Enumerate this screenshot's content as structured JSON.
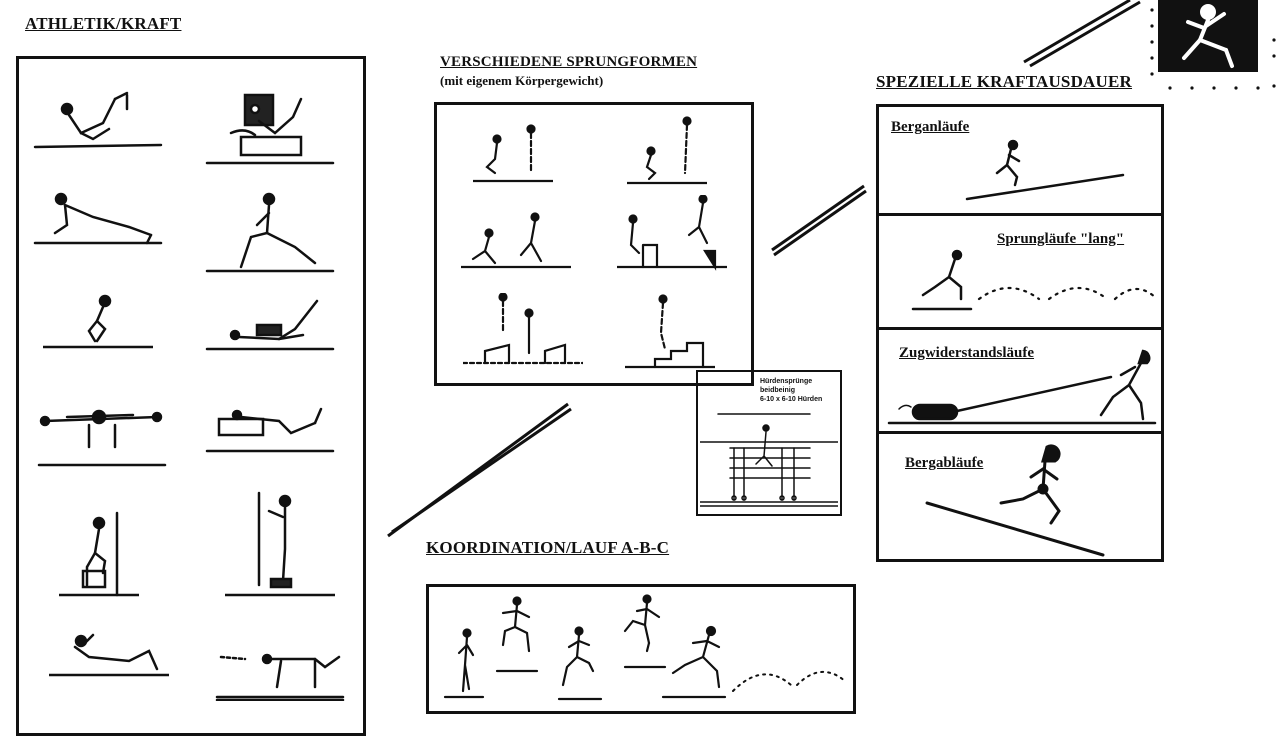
{
  "sections": {
    "athletik": {
      "title": "ATHLETIK/KRAFT"
    },
    "sprung": {
      "title": "VERSCHIEDENE SPRUNGFORMEN",
      "subtitle": "(mit eigenem Körpergewicht)"
    },
    "kraftausdauer": {
      "title": "SPEZIELLE KRAFTAUSDAUER",
      "rows": [
        {
          "label": "Berganläufe"
        },
        {
          "label": "Sprungläufe \"lang\""
        },
        {
          "label": "Zugwiderstandsläufe"
        },
        {
          "label": "Bergabläufe"
        }
      ]
    },
    "koordination": {
      "title": "KOORDINATION/LAUF A-B-C"
    },
    "huerden": {
      "line1": "Hürdensprünge",
      "line2": "beidbeinig",
      "line3": "6-10 x 6-10 Hürden"
    }
  },
  "icons": {
    "logo": "athlete-running-logo-icon"
  }
}
